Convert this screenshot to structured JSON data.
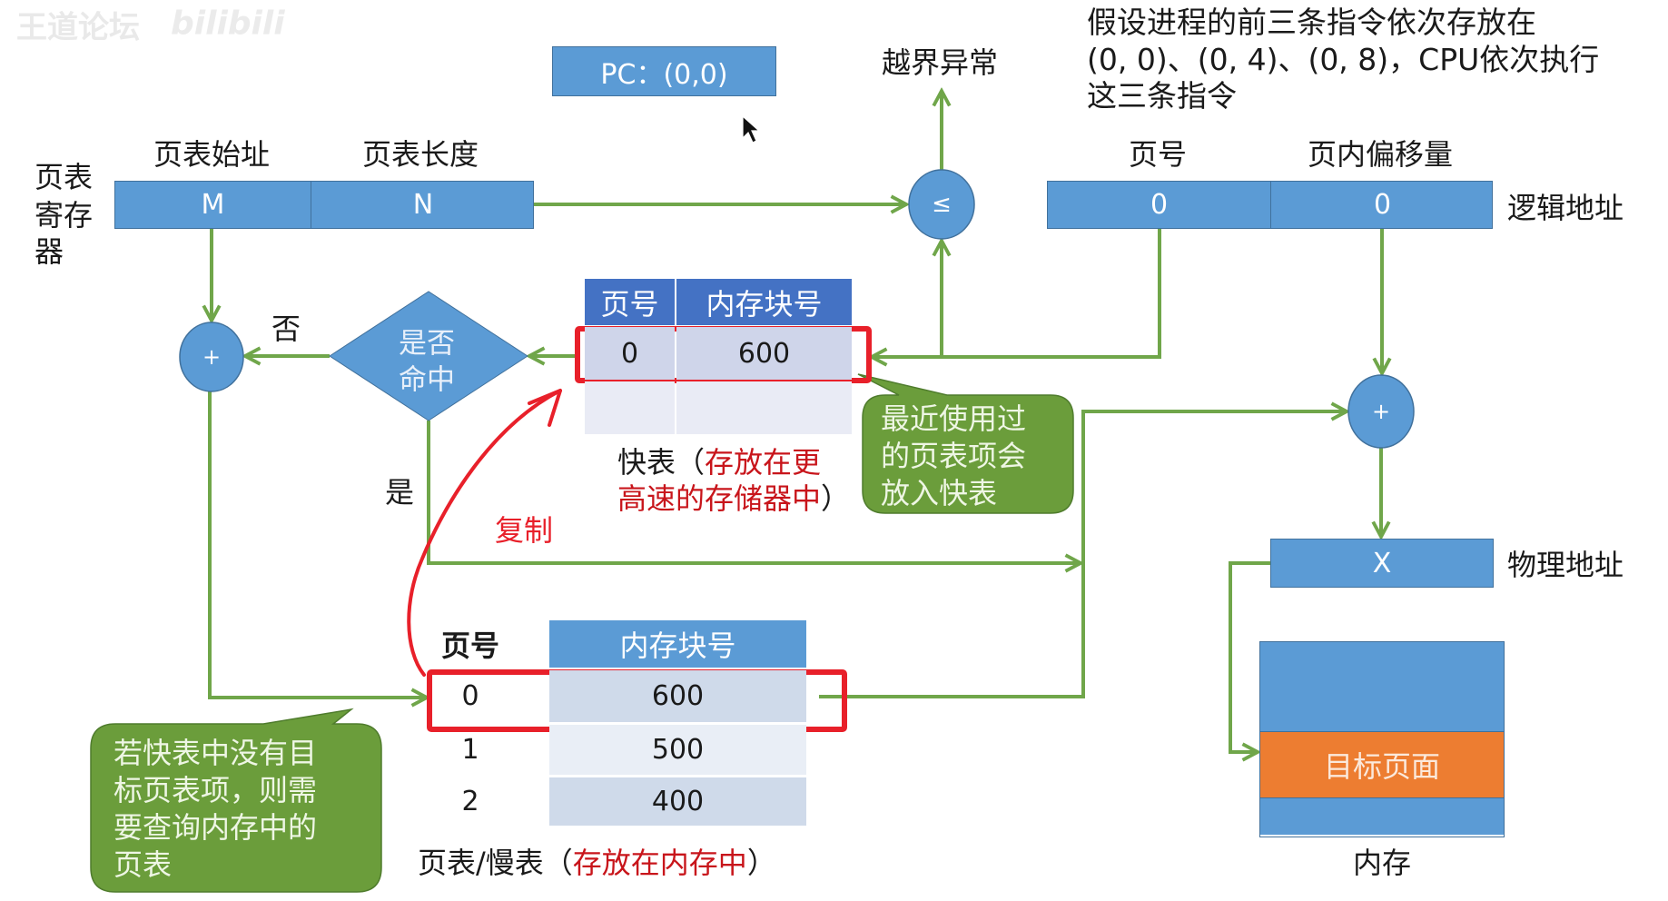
{
  "watermark": {
    "text": "王道论坛",
    "logo_text": "bilibili"
  },
  "pc_register": {
    "label": "PC：(0,0)"
  },
  "instruction_note": {
    "lines": [
      "假设进程的前三条指令依次存放在",
      "(0, 0)、(0, 4)、(0, 8)，CPU依次执行",
      "这三条指令"
    ]
  },
  "page_table_register": {
    "title_lines": [
      "页表",
      "寄存",
      "器"
    ],
    "fields": [
      {
        "label": "页表始址",
        "value": "M"
      },
      {
        "label": "页表长度",
        "value": "N"
      }
    ]
  },
  "comparator": {
    "symbol": "≤",
    "exception_label": "越界异常"
  },
  "logical_address": {
    "label": "逻辑地址",
    "fields": [
      {
        "label": "页号",
        "value": "0"
      },
      {
        "label": "页内偏移量",
        "value": "0"
      }
    ]
  },
  "adders": [
    {
      "symbol": "+"
    },
    {
      "symbol": "+"
    }
  ],
  "decision": {
    "lines": [
      "是否",
      "命中"
    ],
    "no_label": "否",
    "yes_label": "是"
  },
  "tlb": {
    "headers": [
      "页号",
      "内存块号"
    ],
    "rows": [
      {
        "page": "0",
        "frame": "600",
        "highlighted": true
      },
      {
        "page": "",
        "frame": ""
      }
    ],
    "caption": {
      "prefix": "快表（",
      "highlight_line1": "存放在更",
      "highlight_line2": "高速的存储器中",
      "suffix": "）"
    }
  },
  "tlb_callout": {
    "lines": [
      "最近使用过",
      "的页表项会",
      "放入快表"
    ]
  },
  "copy_annotation": {
    "label": "复制"
  },
  "page_table": {
    "headers": [
      "页号",
      "内存块号"
    ],
    "rows": [
      {
        "page": "0",
        "frame": "600",
        "highlighted": true
      },
      {
        "page": "1",
        "frame": "500"
      },
      {
        "page": "2",
        "frame": "400"
      }
    ],
    "caption": {
      "prefix": "页表/慢表（",
      "highlight": "存放在内存中",
      "suffix": "）"
    }
  },
  "miss_callout": {
    "lines": [
      "若快表中没有目",
      "标页表项，则需",
      "要查询内存中的",
      "页表"
    ]
  },
  "physical_address": {
    "label": "物理地址",
    "value": "X"
  },
  "memory": {
    "target_label": "目标页面",
    "caption": "内存"
  },
  "colors": {
    "box_blue": "#5b9bd5",
    "box_border": "#41719c",
    "tlb_header": "#4472c4",
    "flow_green": "#70a64a",
    "callout_green": "#6b9d3b",
    "highlight_red": "#e8202a",
    "caption_red": "#c8151b",
    "target_orange": "#ed7d31"
  }
}
